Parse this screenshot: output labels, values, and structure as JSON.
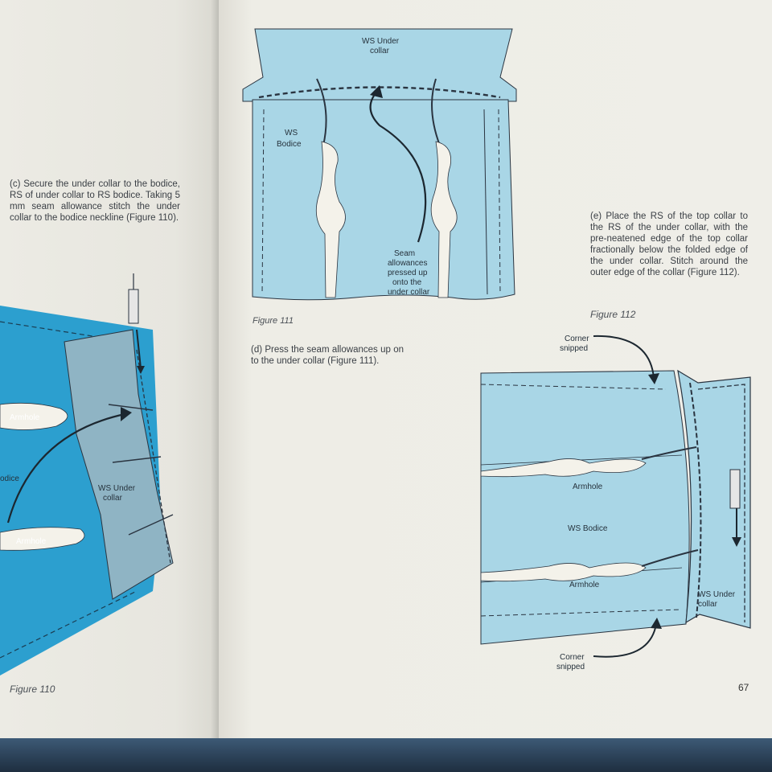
{
  "left_page": {
    "step_c": "(c) Secure the under collar to the bodice, RS of under collar to RS bodice. Taking 5 mm seam allowance stitch the under collar to the bodice neckline (Figure 110).",
    "figure_110": {
      "caption": "Figure 110",
      "label_armhole_top": "Armhole",
      "label_armhole_bottom": "Armhole",
      "label_bodice_partial": "odice",
      "label_ws_under_collar_1": "WS Under",
      "label_ws_under_collar_2": "collar"
    }
  },
  "right_page": {
    "figure_111": {
      "caption": "Figure 111",
      "label_ws_under_collar_1": "WS Under",
      "label_ws_under_collar_2": "collar",
      "label_ws_bodice_1": "WS",
      "label_ws_bodice_2": "Bodice",
      "label_seam_1": "Seam",
      "label_seam_2": "allowances",
      "label_seam_3": "pressed up",
      "label_seam_4": "onto the",
      "label_seam_5": "under collar"
    },
    "step_d": "(d) Press the seam allowances up on to the under collar (Figure 111).",
    "step_e": "(e) Place the RS of the top collar to the RS of the under collar, with the pre-neatened edge of the top collar fractionally below the folded edge of the under collar. Stitch around the outer edge of the collar (Figure 112).",
    "figure_112": {
      "caption": "Figure 112",
      "label_corner_top_1": "Corner",
      "label_corner_top_2": "snipped",
      "label_armhole_top": "Armhole",
      "label_ws_bodice": "WS Bodice",
      "label_armhole_bottom": "Armhole",
      "label_ws_under_collar_1": "WS Under",
      "label_ws_under_collar_2": "collar",
      "label_corner_bottom_1": "Corner",
      "label_corner_bottom_2": "snipped"
    },
    "page_number": "67"
  },
  "colors": {
    "fabric_dark": "#2c9fcf",
    "fabric_light": "#a9d6e6",
    "collar_grey": "#8fb4c4",
    "stitch": "#2a3440",
    "paper": "#eeede6"
  }
}
